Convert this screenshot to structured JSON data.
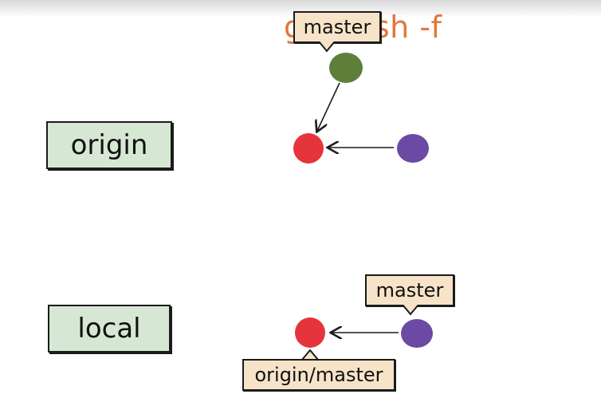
{
  "title": "git push -f",
  "origin": {
    "label": "origin",
    "branch_tag": "master",
    "commits": [
      {
        "name": "red",
        "color": "#e5343b"
      },
      {
        "name": "purple",
        "color": "#6a4aa3"
      },
      {
        "name": "green",
        "color": "#5d7f3a"
      }
    ]
  },
  "local": {
    "label": "local",
    "branch_tag": "master",
    "remote_tag": "origin/master",
    "commits": [
      {
        "name": "red",
        "color": "#e5343b"
      },
      {
        "name": "purple",
        "color": "#6a4aa3"
      }
    ]
  }
}
